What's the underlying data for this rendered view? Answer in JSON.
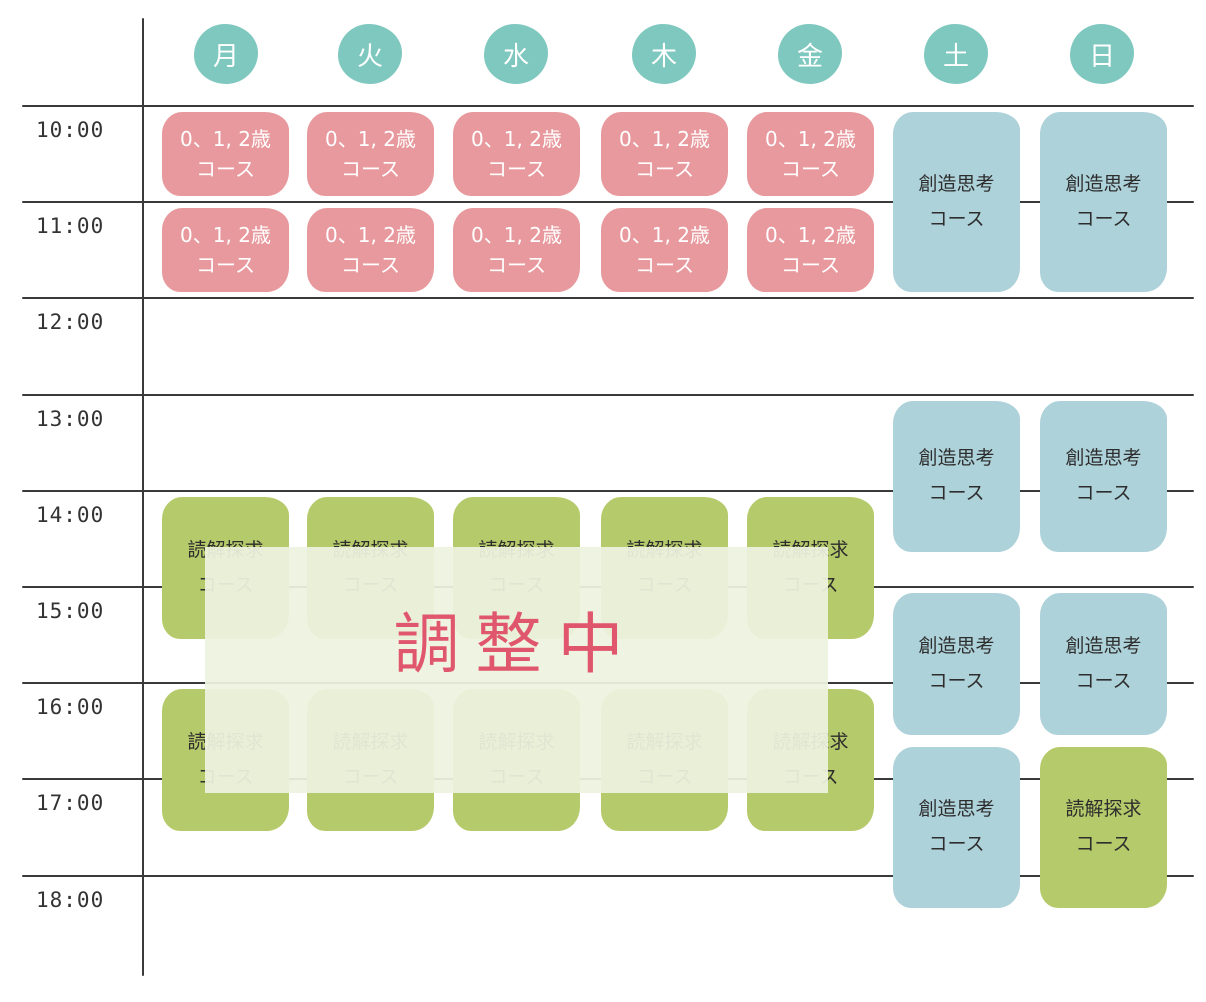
{
  "colors": {
    "day_circle": "#7fc8bf",
    "infant_course": "#e8999d",
    "creative_course": "#aed2da",
    "reading_course": "#b5ca6a",
    "grid_line": "#3a3a3a",
    "overlay": "#eef3e0",
    "overlay_text": "#e0566c"
  },
  "days": [
    "月",
    "火",
    "水",
    "木",
    "金",
    "土",
    "日"
  ],
  "times": [
    "10:00",
    "11:00",
    "12:00",
    "13:00",
    "14:00",
    "15:00",
    "16:00",
    "17:00",
    "18:00"
  ],
  "courses": {
    "infant": {
      "line1": "0、1, 2歳",
      "line2": "コース"
    },
    "creative": {
      "line1": "創造思考",
      "line2": "コース"
    },
    "reading": {
      "line1": "読解探求",
      "line2": "コース"
    }
  },
  "schedule": [
    {
      "day": 0,
      "start": 10,
      "end": 11,
      "course": "infant"
    },
    {
      "day": 1,
      "start": 10,
      "end": 11,
      "course": "infant"
    },
    {
      "day": 2,
      "start": 10,
      "end": 11,
      "course": "infant"
    },
    {
      "day": 3,
      "start": 10,
      "end": 11,
      "course": "infant"
    },
    {
      "day": 4,
      "start": 10,
      "end": 11,
      "course": "infant"
    },
    {
      "day": 0,
      "start": 11,
      "end": 12,
      "course": "infant"
    },
    {
      "day": 1,
      "start": 11,
      "end": 12,
      "course": "infant"
    },
    {
      "day": 2,
      "start": 11,
      "end": 12,
      "course": "infant"
    },
    {
      "day": 3,
      "start": 11,
      "end": 12,
      "course": "infant"
    },
    {
      "day": 4,
      "start": 11,
      "end": 12,
      "course": "infant"
    },
    {
      "day": 5,
      "start": 10,
      "end": 12,
      "course": "creative"
    },
    {
      "day": 6,
      "start": 10,
      "end": 12,
      "course": "creative"
    },
    {
      "day": 5,
      "start": 13,
      "end": 14.7,
      "course": "creative"
    },
    {
      "day": 6,
      "start": 13,
      "end": 14.7,
      "course": "creative"
    },
    {
      "day": 5,
      "start": 15,
      "end": 16.6,
      "course": "creative"
    },
    {
      "day": 6,
      "start": 15,
      "end": 16.6,
      "course": "creative"
    },
    {
      "day": 5,
      "start": 16.6,
      "end": 18.4,
      "course": "creative"
    },
    {
      "day": 6,
      "start": 16.6,
      "end": 18.4,
      "course": "reading"
    },
    {
      "day": 0,
      "start": 14,
      "end": 15.6,
      "course": "reading"
    },
    {
      "day": 1,
      "start": 14,
      "end": 15.6,
      "course": "reading"
    },
    {
      "day": 2,
      "start": 14,
      "end": 15.6,
      "course": "reading"
    },
    {
      "day": 3,
      "start": 14,
      "end": 15.6,
      "course": "reading"
    },
    {
      "day": 4,
      "start": 14,
      "end": 15.6,
      "course": "reading"
    },
    {
      "day": 0,
      "start": 16,
      "end": 17.6,
      "course": "reading"
    },
    {
      "day": 1,
      "start": 16,
      "end": 17.6,
      "course": "reading"
    },
    {
      "day": 2,
      "start": 16,
      "end": 17.6,
      "course": "reading"
    },
    {
      "day": 3,
      "start": 16,
      "end": 17.6,
      "course": "reading"
    },
    {
      "day": 4,
      "start": 16,
      "end": 17.6,
      "course": "reading"
    }
  ],
  "overlay_label": "調整中"
}
